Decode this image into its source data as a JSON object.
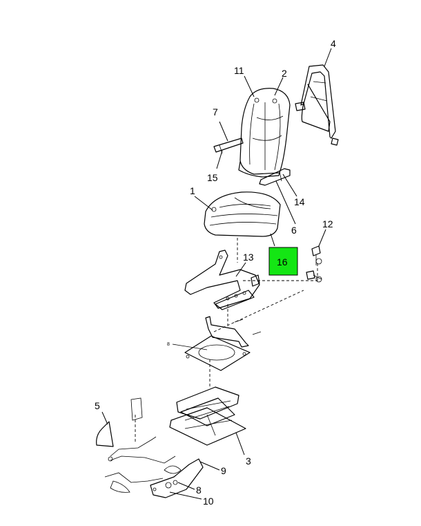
{
  "callouts": {
    "c1": "1",
    "c2": "2",
    "c3": "3",
    "c4": "4",
    "c5": "5",
    "c6": "6",
    "c7": "7",
    "c8": "8",
    "c9": "9",
    "c10": "10",
    "c11": "11",
    "c12": "12",
    "c13": "13",
    "c14": "14",
    "c15": "15",
    "c16": "16"
  },
  "highlight": {
    "part": "16",
    "color": "#14e614"
  },
  "small_mark": "8"
}
